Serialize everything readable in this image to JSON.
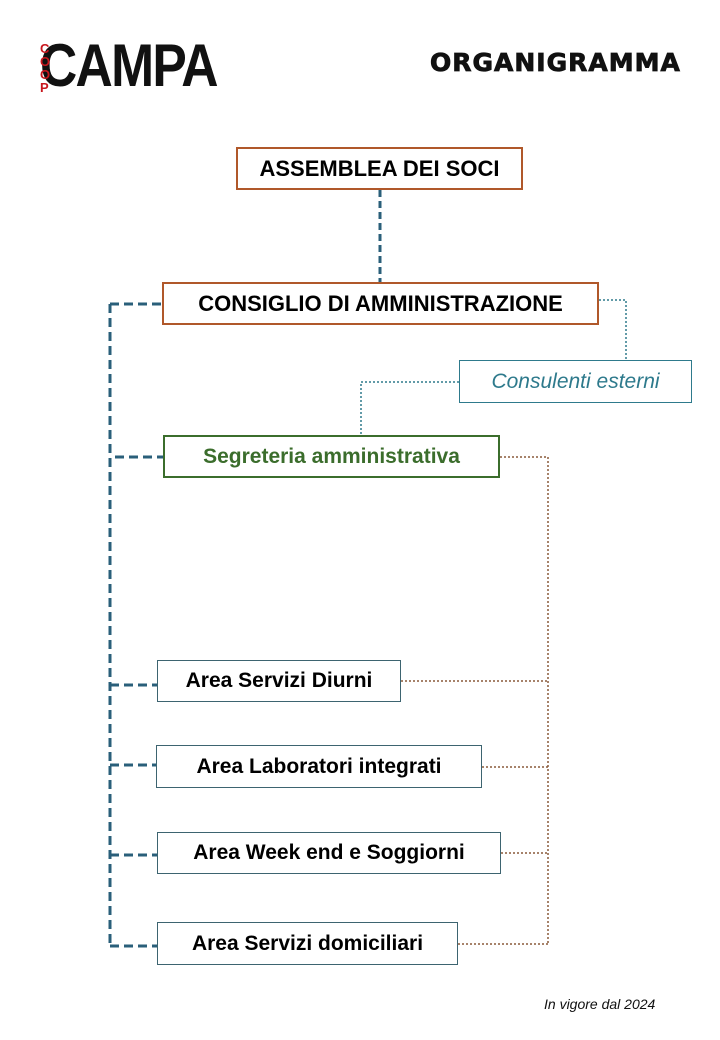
{
  "header": {
    "logo_text": "CAMPA",
    "logo_coop": [
      "C",
      "O",
      "O",
      "P"
    ],
    "title": "ORGANIGRAMMA"
  },
  "nodes": {
    "assemblea": "ASSEMBLEA DEI SOCI",
    "consiglio": "CONSIGLIO DI AMMINISTRAZIONE",
    "consulenti": "Consulenti esterni",
    "segreteria": "Segreteria amministrativa",
    "diurni": "Area Servizi Diurni",
    "laboratori": "Area Laboratori integrati",
    "weekend": "Area Week end e Soggiorni",
    "domiciliari": "Area Servizi domiciliari"
  },
  "footer": "In vigore dal 2024",
  "colors": {
    "primary_border": "#b0582a",
    "teal": "#2e7a8c",
    "green": "#3b6d2c",
    "dashed_connector": "#2a5f7a",
    "dotted_connector": "#8a5a3a",
    "logo_red": "#c8161d"
  }
}
